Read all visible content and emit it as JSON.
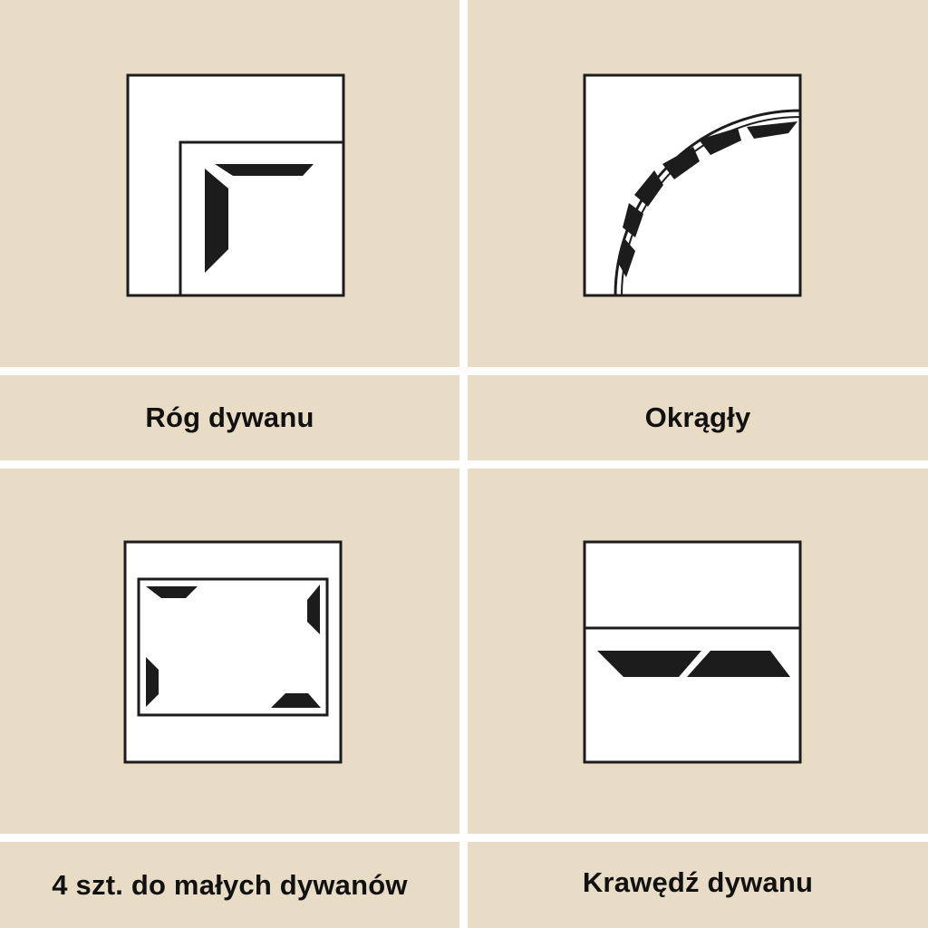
{
  "colors": {
    "background": "#e8dcc6",
    "divider": "#ffffff",
    "outline": "#1c1c1c",
    "fill": "#ffffff",
    "gripper": "#1c1c1c",
    "text": "#111111"
  },
  "tiles": [
    {
      "label": "Róg dywanu",
      "icon": "rug-corner-icon"
    },
    {
      "label": "Okrągły",
      "icon": "round-rug-icon"
    },
    {
      "label": "4 szt. do małych dywanów",
      "icon": "small-rug-four-corners-icon"
    },
    {
      "label": "Krawędź dywanu",
      "icon": "rug-edge-icon"
    }
  ]
}
